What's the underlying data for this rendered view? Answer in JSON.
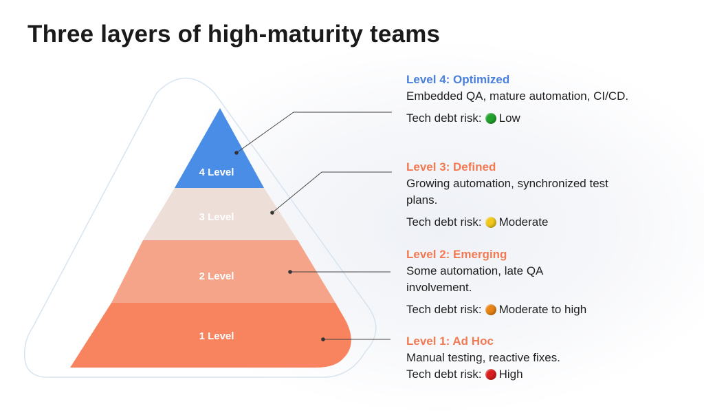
{
  "title": "Three layers of high-maturity teams",
  "pyramid": {
    "levels": [
      {
        "label": "4 Level",
        "color": "#4a8de6"
      },
      {
        "label": "3 Level",
        "color": "#edded8"
      },
      {
        "label": "2 Level",
        "color": "#f5a489"
      },
      {
        "label": "1 Level",
        "color": "#f8845f"
      }
    ]
  },
  "descriptions": [
    {
      "heading": "Level 4: Optimized",
      "heading_color": "#4a7fdc",
      "body": "Embedded QA, mature automation, CI/CD.",
      "risk_label": "Tech debt risk:",
      "risk_value": "Low",
      "risk_color": "#22a02c",
      "risk_gap": true
    },
    {
      "heading": "Level 3: Defined",
      "heading_color": "#f27a53",
      "body": "Growing automation, synchronized test plans.",
      "risk_label": "Tech debt risk:",
      "risk_value": "Moderate",
      "risk_color": "#f2c81a",
      "risk_gap": true
    },
    {
      "heading": "Level 2: Emerging",
      "heading_color": "#f27a53",
      "body": "Some automation, late QA involvement.",
      "risk_label": "Tech debt risk:",
      "risk_value": "Moderate to high",
      "risk_color": "#e88314",
      "risk_gap": true
    },
    {
      "heading": "Level 1: Ad Hoc",
      "heading_color": "#f27a53",
      "body": "Manual testing, reactive fixes.",
      "risk_label": "Tech debt risk:",
      "risk_value": "High",
      "risk_color": "#d81e1e",
      "risk_gap": false
    }
  ]
}
